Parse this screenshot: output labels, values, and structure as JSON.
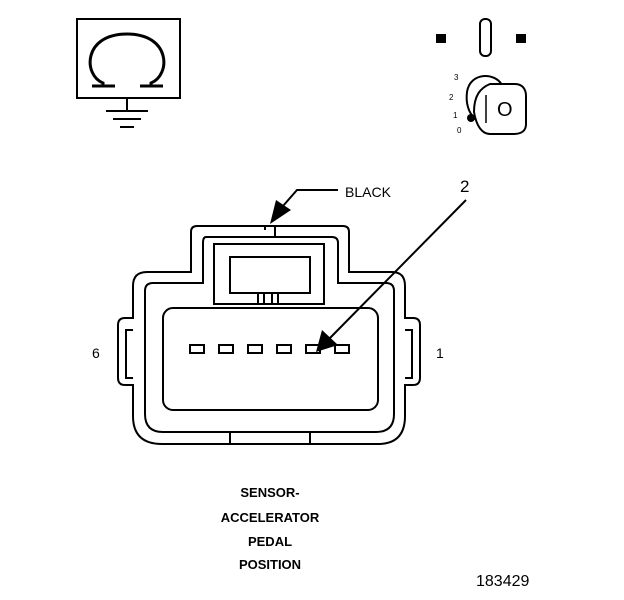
{
  "connector": {
    "wire_color_label": "BLACK",
    "callout_number": "2",
    "pin_left_label": "6",
    "pin_right_label": "1"
  },
  "key_switch": {
    "positions": [
      "3",
      "2",
      "1",
      "0"
    ],
    "key_letter": "O"
  },
  "title_lines": [
    "SENSOR-",
    "ACCELERATOR",
    "PEDAL",
    "POSITION"
  ],
  "figure_number": "183429",
  "icons": {
    "ohmmeter": "ohm-symbol-icon",
    "ground": "ground-icon",
    "ignition": "ignition-key-switch-icon"
  }
}
